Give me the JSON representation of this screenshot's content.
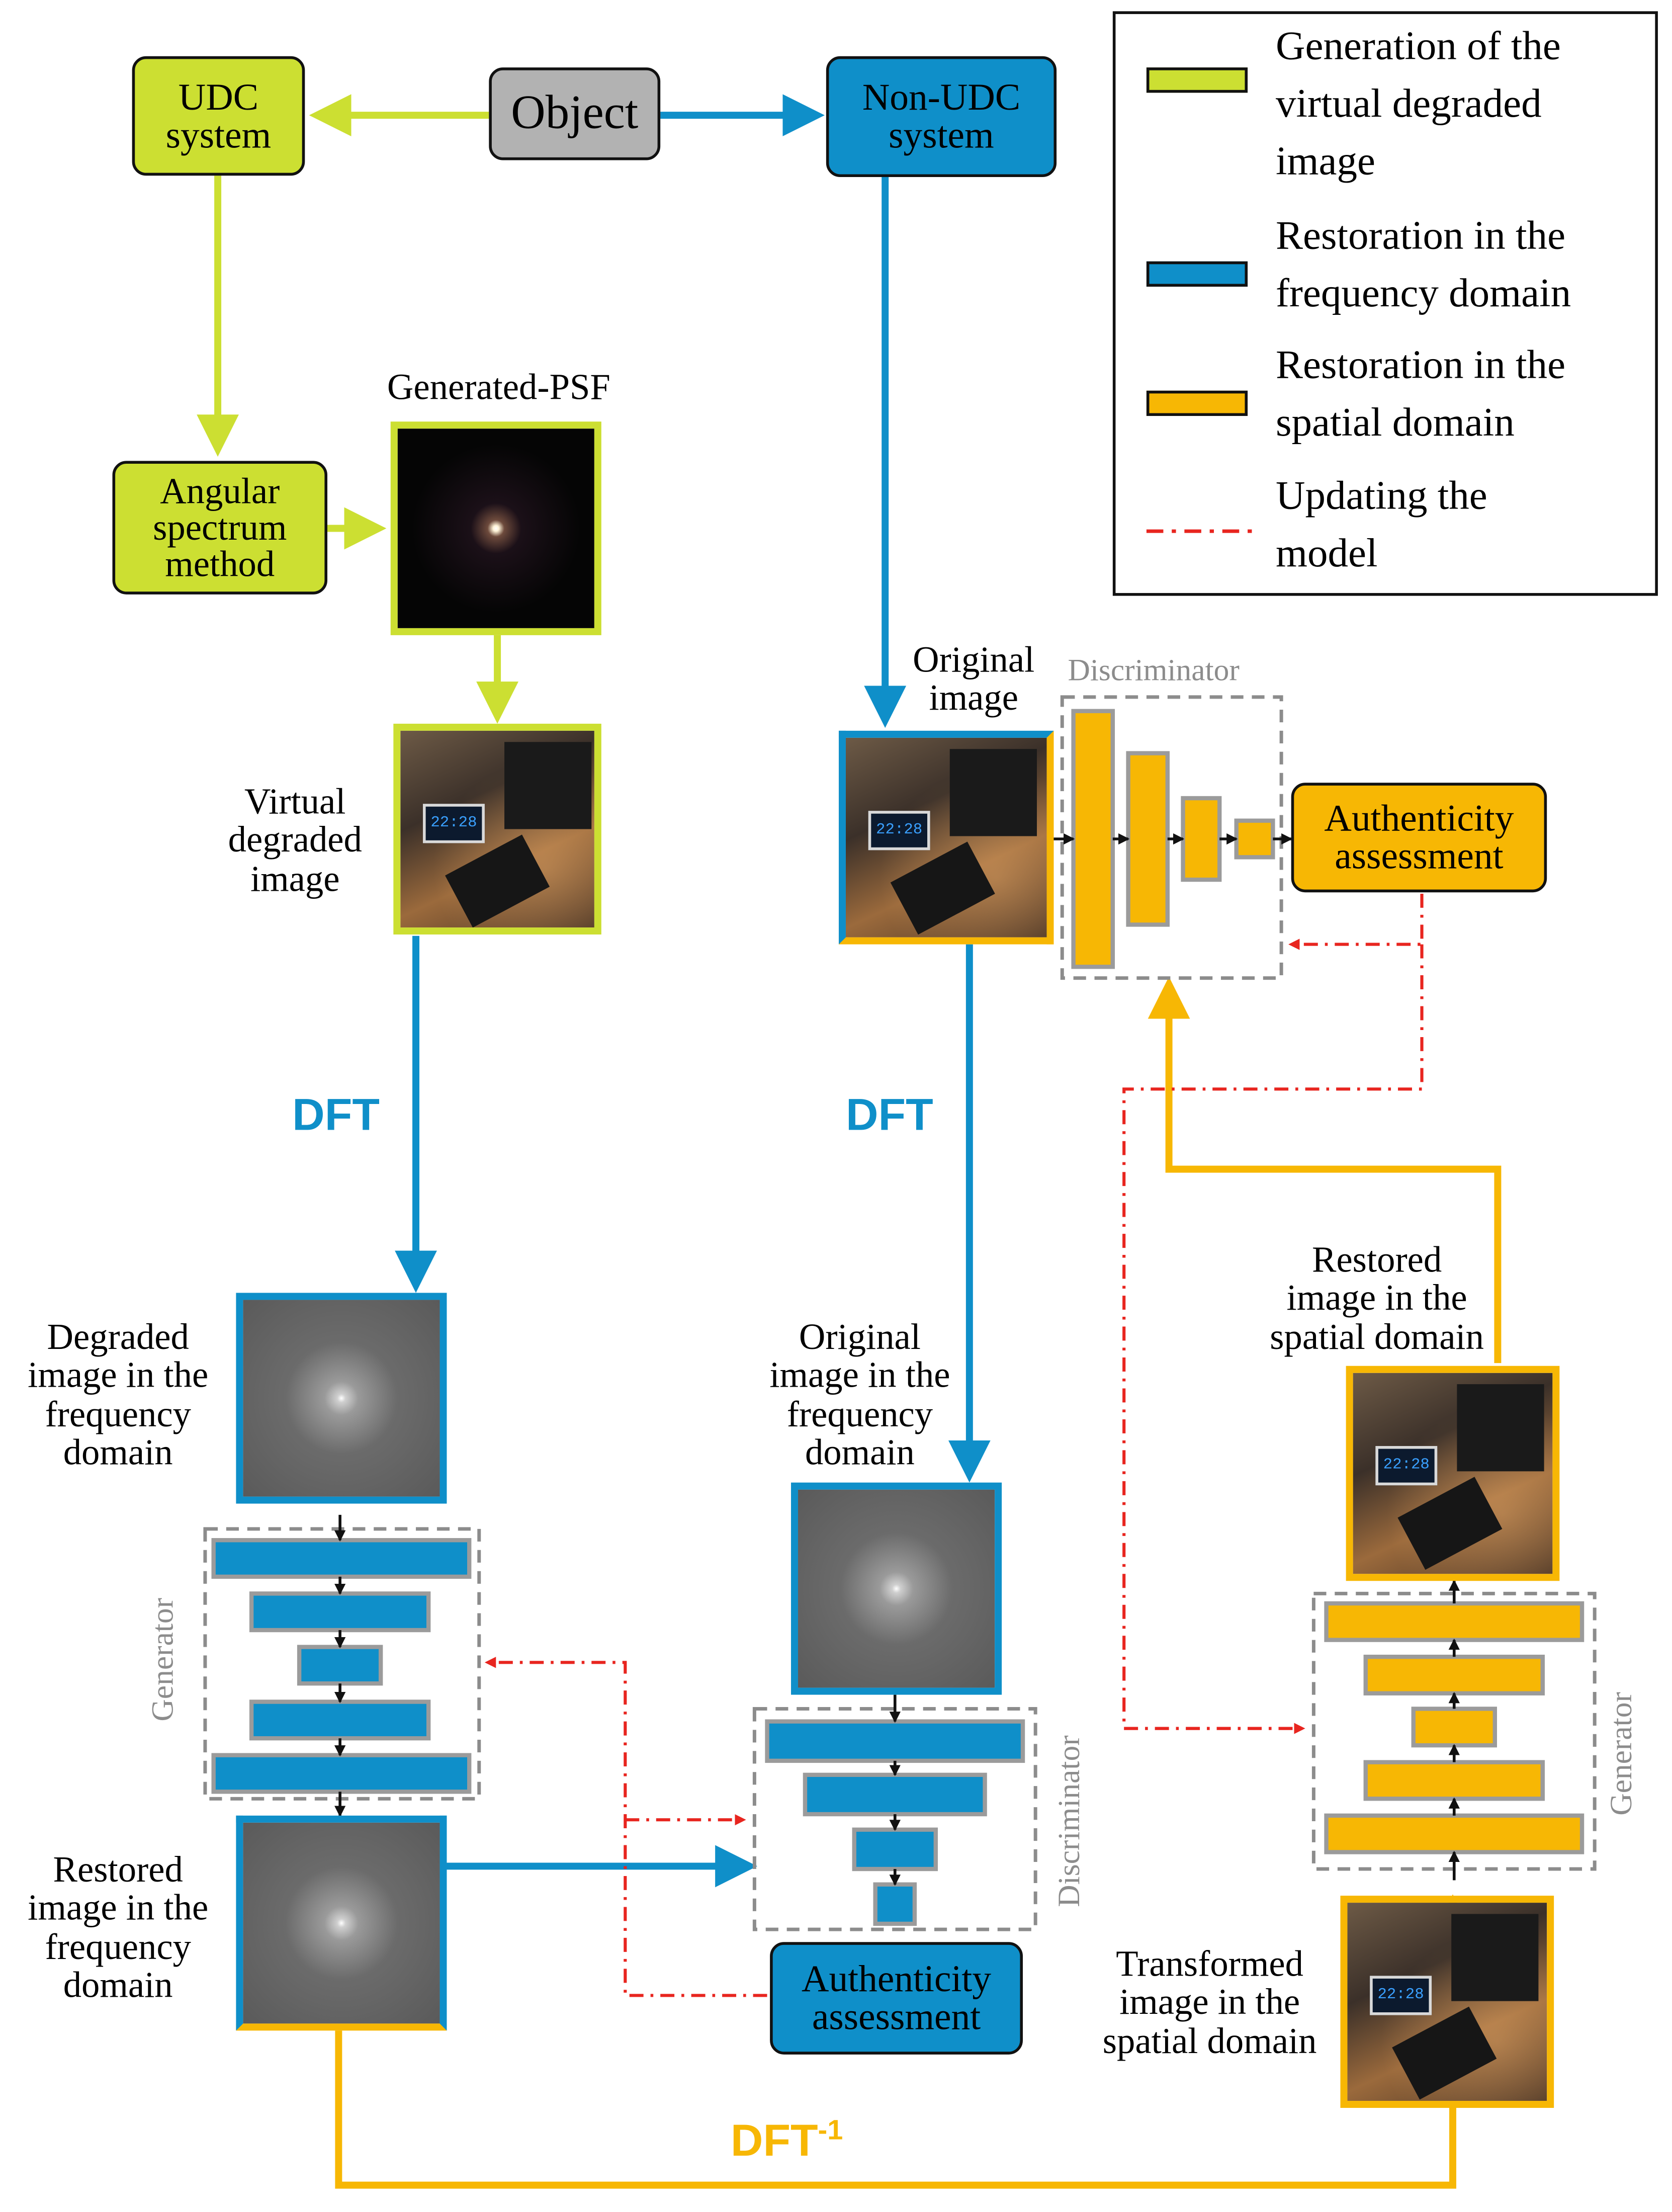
{
  "boxes": {
    "udc": "UDC\nsystem",
    "object": "Object",
    "non_udc": "Non-UDC\nsystem",
    "angular": "Angular\nspectrum\nmethod",
    "auth_top": "Authenticity\nassessment",
    "auth_bottom": "Authenticity\nassessment"
  },
  "labels": {
    "generated_psf": "Generated-PSF",
    "virtual_degraded": "Virtual\ndegraded\nimage",
    "original_image": "Original\nimage",
    "degraded_freq": "Degraded\nimage in the\nfrequency\ndomain",
    "original_freq": "Original\nimage in the\nfrequency\ndomain",
    "restored_freq": "Restored\nimage in the\nfrequency\ndomain",
    "restored_spatial": "Restored\nimage in the\nspatial domain",
    "transformed_spatial": "Transformed\nimage in the\nspatial domain",
    "clock_readout": "22:28"
  },
  "dft": {
    "left": "DFT",
    "middle": "DFT",
    "inverse": "DFT",
    "inverse_sup": "-1"
  },
  "network_labels": {
    "discriminator_top": "Discriminator",
    "generator_left": "Generator",
    "discriminator_bottom": "Discriminator",
    "generator_right": "Generator"
  },
  "legend": {
    "items": [
      {
        "text": "Generation of the\nvirtual degraded\nimage",
        "color": "#ccdf32"
      },
      {
        "text": "Restoration in the\nfrequency domain",
        "color": "#0f8fc9"
      },
      {
        "text": "Restoration in the\nspatial domain",
        "color": "#f7b704"
      },
      {
        "text": "Updating the\nmodel",
        "color": "#e8251f"
      }
    ]
  },
  "colors": {
    "green": "#ccdf32",
    "blue": "#0f8fc9",
    "gold": "#f7b704",
    "grey": "#b2b2b2",
    "red_dash": "#e8251f",
    "dft_blue": "#0f8fc9",
    "dft_gold": "#f7b704"
  }
}
